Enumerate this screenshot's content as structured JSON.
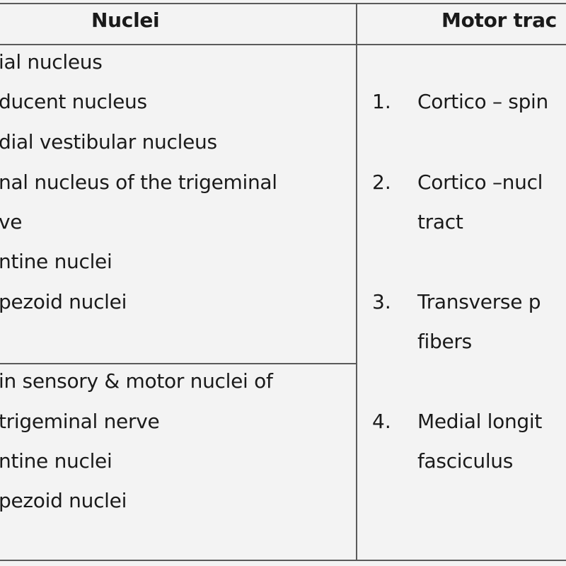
{
  "table": {
    "headers": {
      "nuclei": "Nuclei",
      "motor_tracts": "Motor trac"
    },
    "nuclei_upper": [
      "ial nucleus",
      "ducent nucleus",
      "dial vestibular nucleus",
      "nal nucleus of the trigeminal",
      "ve",
      "ntine nuclei",
      "pezoid nuclei"
    ],
    "nuclei_lower": [
      "in sensory & motor nuclei of",
      "trigeminal nerve",
      "ntine nuclei",
      "pezoid nuclei"
    ],
    "motor_tracts": [
      {
        "number": "1.",
        "line1": "Cortico – spin",
        "line2": ""
      },
      {
        "number": "2.",
        "line1": "Cortico –nucl",
        "line2": "tract"
      },
      {
        "number": "3.",
        "line1": "Transverse p",
        "line2": "fibers"
      },
      {
        "number": "4.",
        "line1": "Medial longit",
        "line2": "fasciculus"
      }
    ]
  }
}
